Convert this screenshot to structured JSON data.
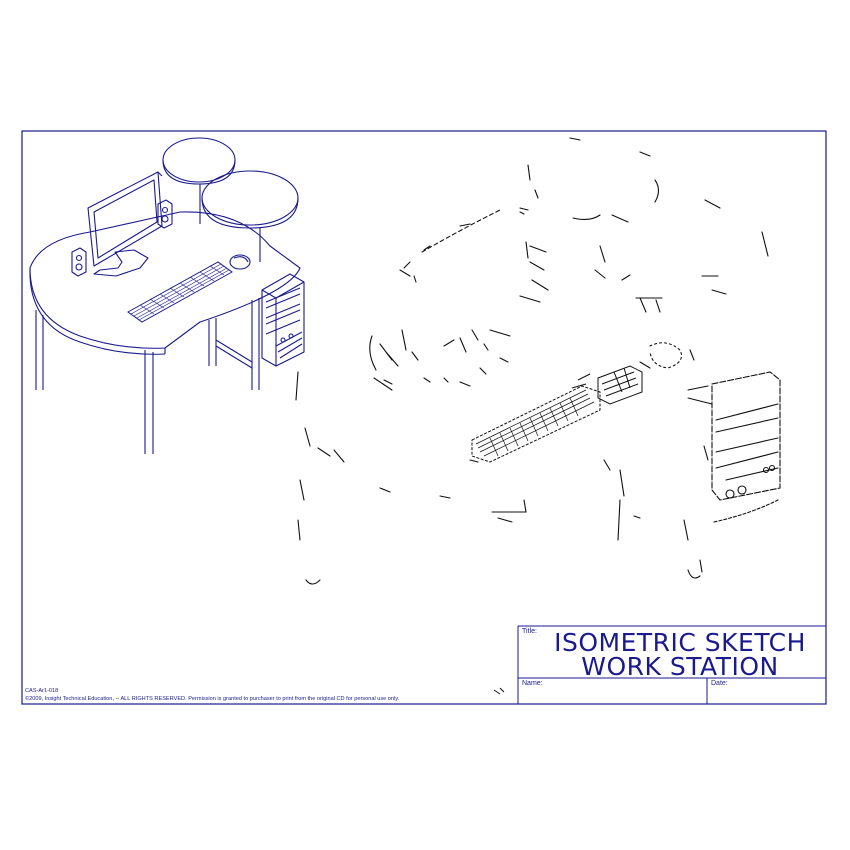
{
  "title_block": {
    "title_label": "Title:",
    "title_line1": "ISOMETRIC SKETCH",
    "title_line2": "WORK STATION",
    "name_label": "Name:",
    "date_label": "Date:"
  },
  "footer": {
    "code": "CAS-Ar1-018",
    "copyright": "©2009, Insight Technical Education, -- ALL RIGHTS RESERVED. Permission is granted to purchaser to print from the original CD for personal use only."
  },
  "colors": {
    "ink": "#1a1a8c",
    "sketch": "#111111",
    "paper": "#ffffff"
  }
}
